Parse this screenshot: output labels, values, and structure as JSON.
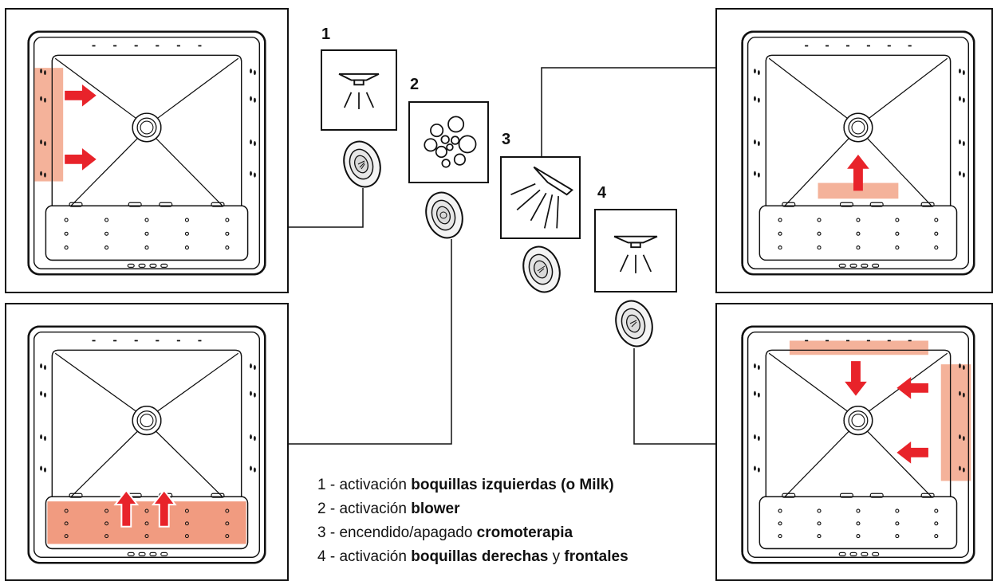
{
  "buttons": [
    {
      "number": "1",
      "icon": "single-spotlight-icon"
    },
    {
      "number": "2",
      "icon": "bubbles-icon"
    },
    {
      "number": "3",
      "icon": "tilted-spotlight-icon"
    },
    {
      "number": "4",
      "icon": "single-spotlight-icon"
    }
  ],
  "legend": [
    {
      "prefix": "1 - activación ",
      "bold": "boquillas izquierdas (o Milk)"
    },
    {
      "prefix": "2 - activación ",
      "bold": "blower"
    },
    {
      "prefix": "3 - encendido/apagado ",
      "bold": "cromoterapia"
    },
    {
      "prefix": "4 - activación ",
      "bold": "boquillas derechas",
      "mid": " y ",
      "bold2": "frontales"
    }
  ],
  "colors": {
    "highlight": "#f2a488",
    "highlight_strong": "#ee8a6a",
    "arrow": "#e8232a",
    "line": "#111111"
  }
}
